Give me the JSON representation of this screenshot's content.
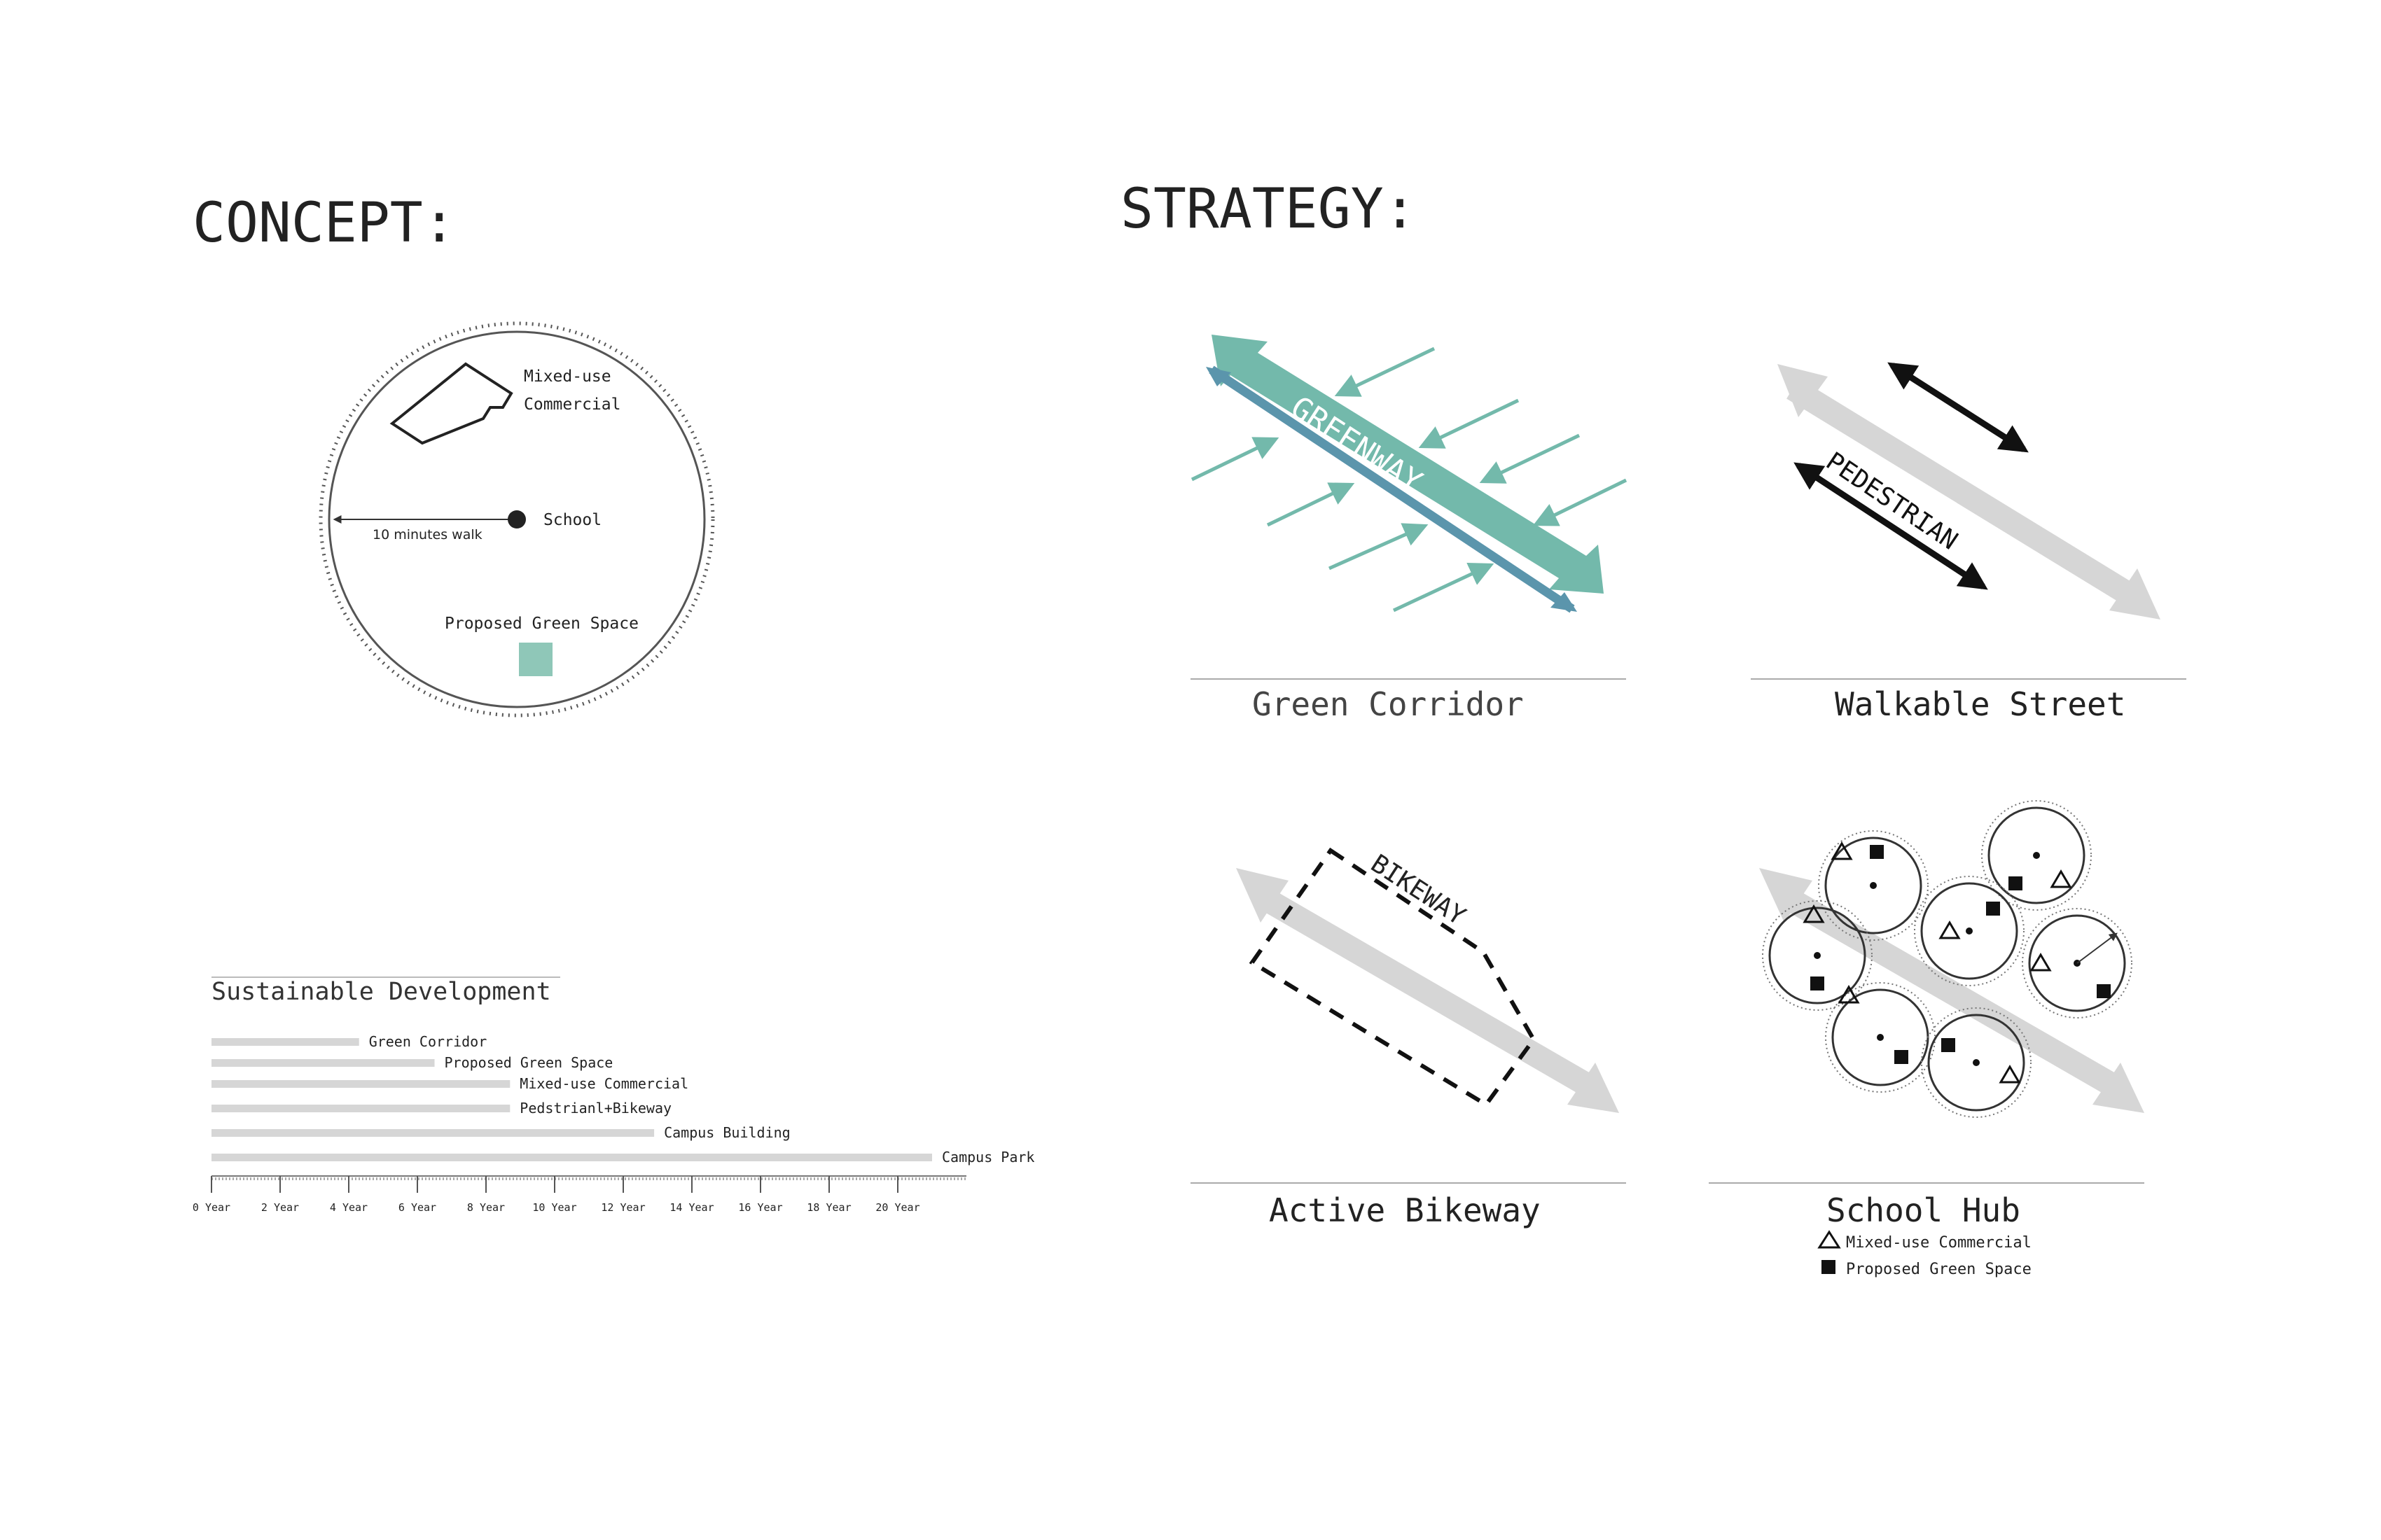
{
  "headings": {
    "concept": "CONCEPT:",
    "strategy": "STRATEGY:"
  },
  "concept_diagram": {
    "mixed_use_line1": "Mixed-use",
    "mixed_use_line2": "Commercial",
    "school": "School",
    "walk": "10 minutes walk",
    "green_space": "Proposed Green Space"
  },
  "panels": {
    "green_corridor": {
      "caption": "Green Corridor",
      "arrow_label": "GREENWAY"
    },
    "walkable_street": {
      "caption": "Walkable Street",
      "arrow_label": "PEDESTRIAN"
    },
    "active_bikeway": {
      "caption": "Active Bikeway",
      "arrow_label": "BIKEWAY"
    },
    "school_hub": {
      "caption": "School Hub",
      "legend_mixed": "Mixed-use Commercial",
      "legend_green": "Proposed Green Space"
    }
  },
  "colors": {
    "teal": "#73b9ab",
    "blue": "#5b95ac",
    "light_gray": "#d6d6d6",
    "green_square": "#8fc7b8",
    "ink": "#222222"
  },
  "chart_data": {
    "type": "bar",
    "title": "Sustainable Development",
    "categories": [
      "Green Corridor",
      "Proposed Green Space",
      "Mixed-use Commercial",
      "Pedstrianl+Bikeway",
      "Campus Building",
      "Campus Park"
    ],
    "values": [
      4.3,
      6.5,
      8.7,
      8.7,
      12.9,
      21.0
    ],
    "xlim": [
      0,
      22
    ],
    "xticks": [
      0,
      2,
      4,
      6,
      8,
      10,
      12,
      14,
      16,
      18,
      20
    ],
    "xtick_labels": [
      "0 Year",
      "2 Year",
      "4 Year",
      "6 Year",
      "8 Year",
      "10 Year",
      "12 Year",
      "14 Year",
      "16 Year",
      "18 Year",
      "20 Year"
    ],
    "orientation": "horizontal"
  }
}
